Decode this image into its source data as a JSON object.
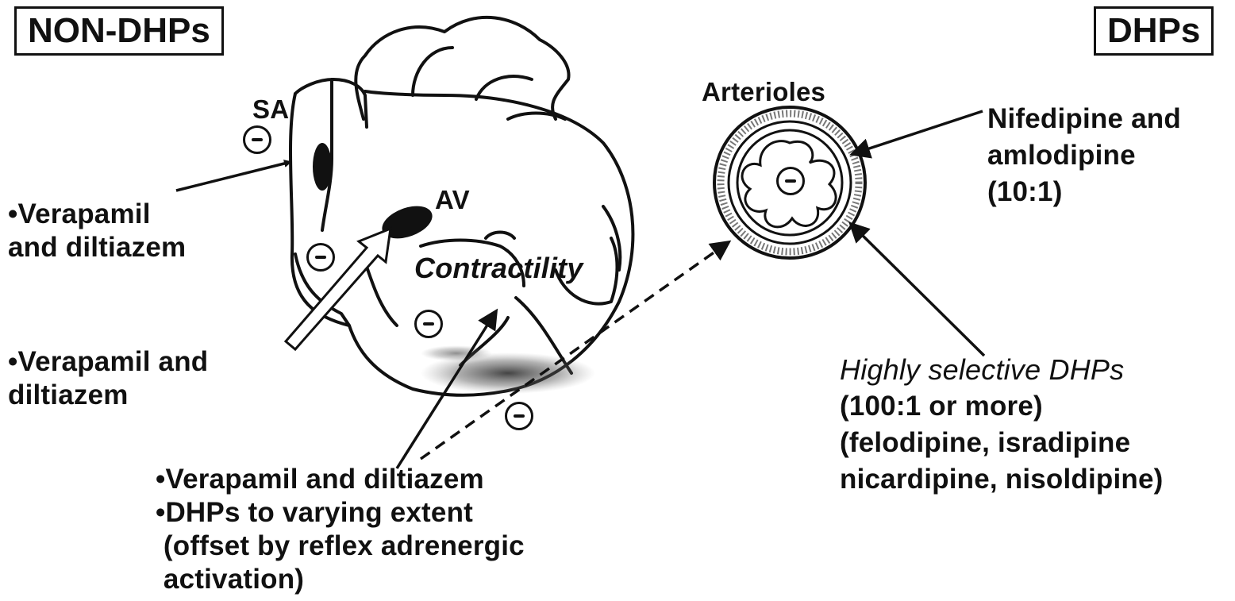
{
  "boxes": {
    "left": "NON-DHPs",
    "right": "DHPs"
  },
  "heart": {
    "sa": "SA",
    "av": "AV",
    "contractility": "Contractility"
  },
  "left_notes": {
    "sa_note": [
      "•Verapamil",
      "and diltiazem"
    ],
    "av_note": [
      "•Verapamil and",
      "diltiazem"
    ]
  },
  "bottom_note": [
    "•Verapamil and diltiazem",
    "•DHPs to varying extent",
    " (offset by reflex adrenergic",
    " activation)"
  ],
  "arterioles": {
    "title": "Arterioles",
    "nifedipine": [
      "Nifedipine and",
      "amlodipine",
      "(10:1)"
    ],
    "selective_title": "Highly selective DHPs",
    "selective_lines": [
      "(100:1 or more)",
      "(felodipine, isradipine",
      "nicardipine, nisoldipine)"
    ]
  }
}
